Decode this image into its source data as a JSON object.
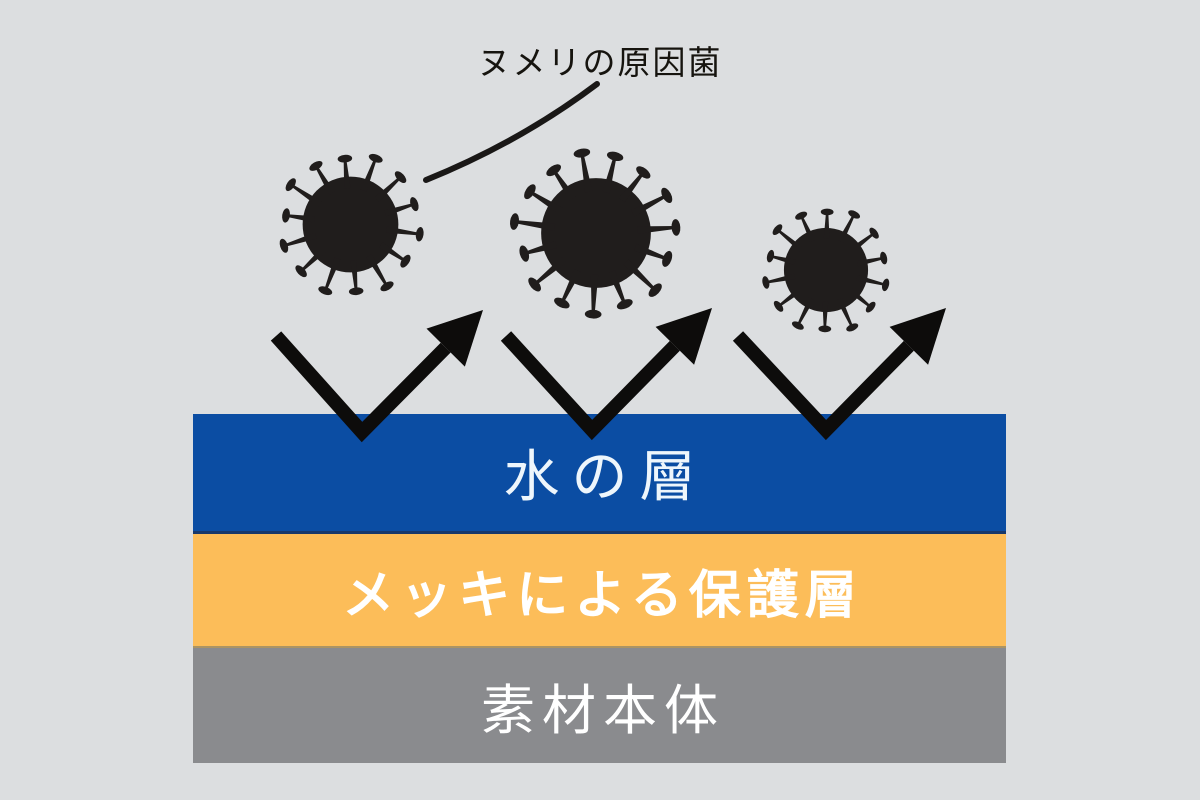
{
  "canvas": {
    "background_color": "#dcdee0"
  },
  "annotation": {
    "label": "ヌメリの原因菌",
    "text_color": "#16140f",
    "pointer_line_color": "#1a1817"
  },
  "bacteria": {
    "icon": "bacteria-icon",
    "count": 3,
    "color": "#201d1c"
  },
  "arrows": {
    "icon": "bounce-arrow-icon",
    "count": 3,
    "color": "#0d0c0b"
  },
  "layers": [
    {
      "id": "water",
      "label": "水の層",
      "color": "#0b4da3",
      "text_color": "#eef6fc"
    },
    {
      "id": "plating",
      "label": "メッキによる保護層",
      "color": "#fcbd59",
      "text_color": "#ffffff"
    },
    {
      "id": "substrate",
      "label": "素材本体",
      "color": "#8a8b8e",
      "text_color": "#ffffff"
    }
  ]
}
